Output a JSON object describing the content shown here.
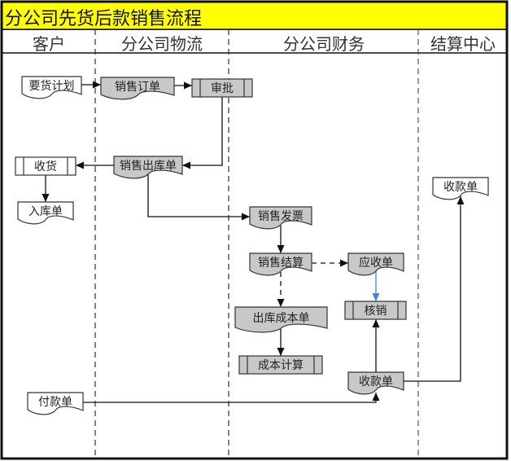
{
  "title": "分公司先货后款销售流程",
  "lanes": [
    {
      "label": "客户"
    },
    {
      "label": "分公司物流"
    },
    {
      "label": "分公司财务"
    },
    {
      "label": "结算中心"
    }
  ],
  "nodes": {
    "demand_plan": {
      "label": "要货计划",
      "shape": "document",
      "fill": "#ffffff"
    },
    "sales_order": {
      "label": "销售订单",
      "shape": "document",
      "fill": "#c8c8c8"
    },
    "approval": {
      "label": "审批",
      "shape": "process",
      "fill": "#c8c8c8"
    },
    "sales_outbound": {
      "label": "销售出库单",
      "shape": "document",
      "fill": "#c8c8c8"
    },
    "receive_goods": {
      "label": "收货",
      "shape": "process",
      "fill": "#ffffff"
    },
    "inbound_order": {
      "label": "入库单",
      "shape": "document",
      "fill": "#ffffff"
    },
    "sales_invoice": {
      "label": "销售发票",
      "shape": "document",
      "fill": "#c8c8c8"
    },
    "sales_settlement": {
      "label": "销售结算",
      "shape": "document",
      "fill": "#c8c8c8"
    },
    "receivable": {
      "label": "应收单",
      "shape": "document",
      "fill": "#c8c8c8"
    },
    "outbound_cost": {
      "label": "出库成本单",
      "shape": "document",
      "fill": "#c8c8c8"
    },
    "write_off": {
      "label": "核销",
      "shape": "process",
      "fill": "#c8c8c8"
    },
    "cost_calc": {
      "label": "成本计算",
      "shape": "process",
      "fill": "#c8c8c8"
    },
    "receipt_finance": {
      "label": "收款单",
      "shape": "document",
      "fill": "#c8c8c8"
    },
    "receipt_center": {
      "label": "收款单",
      "shape": "document",
      "fill": "#ffffff"
    },
    "payment": {
      "label": "付款单",
      "shape": "document",
      "fill": "#ffffff"
    }
  },
  "edges": [
    {
      "from": "要货计划",
      "to": "销售订单",
      "style": "solid"
    },
    {
      "from": "销售订单",
      "to": "审批",
      "style": "solid"
    },
    {
      "from": "审批",
      "to": "销售出库单",
      "style": "solid"
    },
    {
      "from": "销售出库单",
      "to": "收货",
      "style": "solid"
    },
    {
      "from": "收货",
      "to": "入库单",
      "style": "solid"
    },
    {
      "from": "销售出库单",
      "to": "销售发票",
      "style": "solid"
    },
    {
      "from": "销售发票",
      "to": "销售结算",
      "style": "solid"
    },
    {
      "from": "销售结算",
      "to": "应收单",
      "style": "dashed"
    },
    {
      "from": "销售结算",
      "to": "出库成本单",
      "style": "dashed"
    },
    {
      "from": "应收单",
      "to": "核销",
      "style": "solid",
      "color": "#4a7fd4"
    },
    {
      "from": "出库成本单",
      "to": "成本计算",
      "style": "solid"
    },
    {
      "from": "收款单",
      "to": "核销",
      "style": "solid"
    },
    {
      "from": "付款单",
      "to": "收款单",
      "style": "solid"
    },
    {
      "from": "收款单",
      "to": "收款单(结算中心)",
      "style": "solid"
    }
  ],
  "colors": {
    "title_bg": "#ffff00",
    "shape_gray": "#c8c8c8",
    "line": "#111111",
    "blue_edge": "#4a7fd4"
  }
}
